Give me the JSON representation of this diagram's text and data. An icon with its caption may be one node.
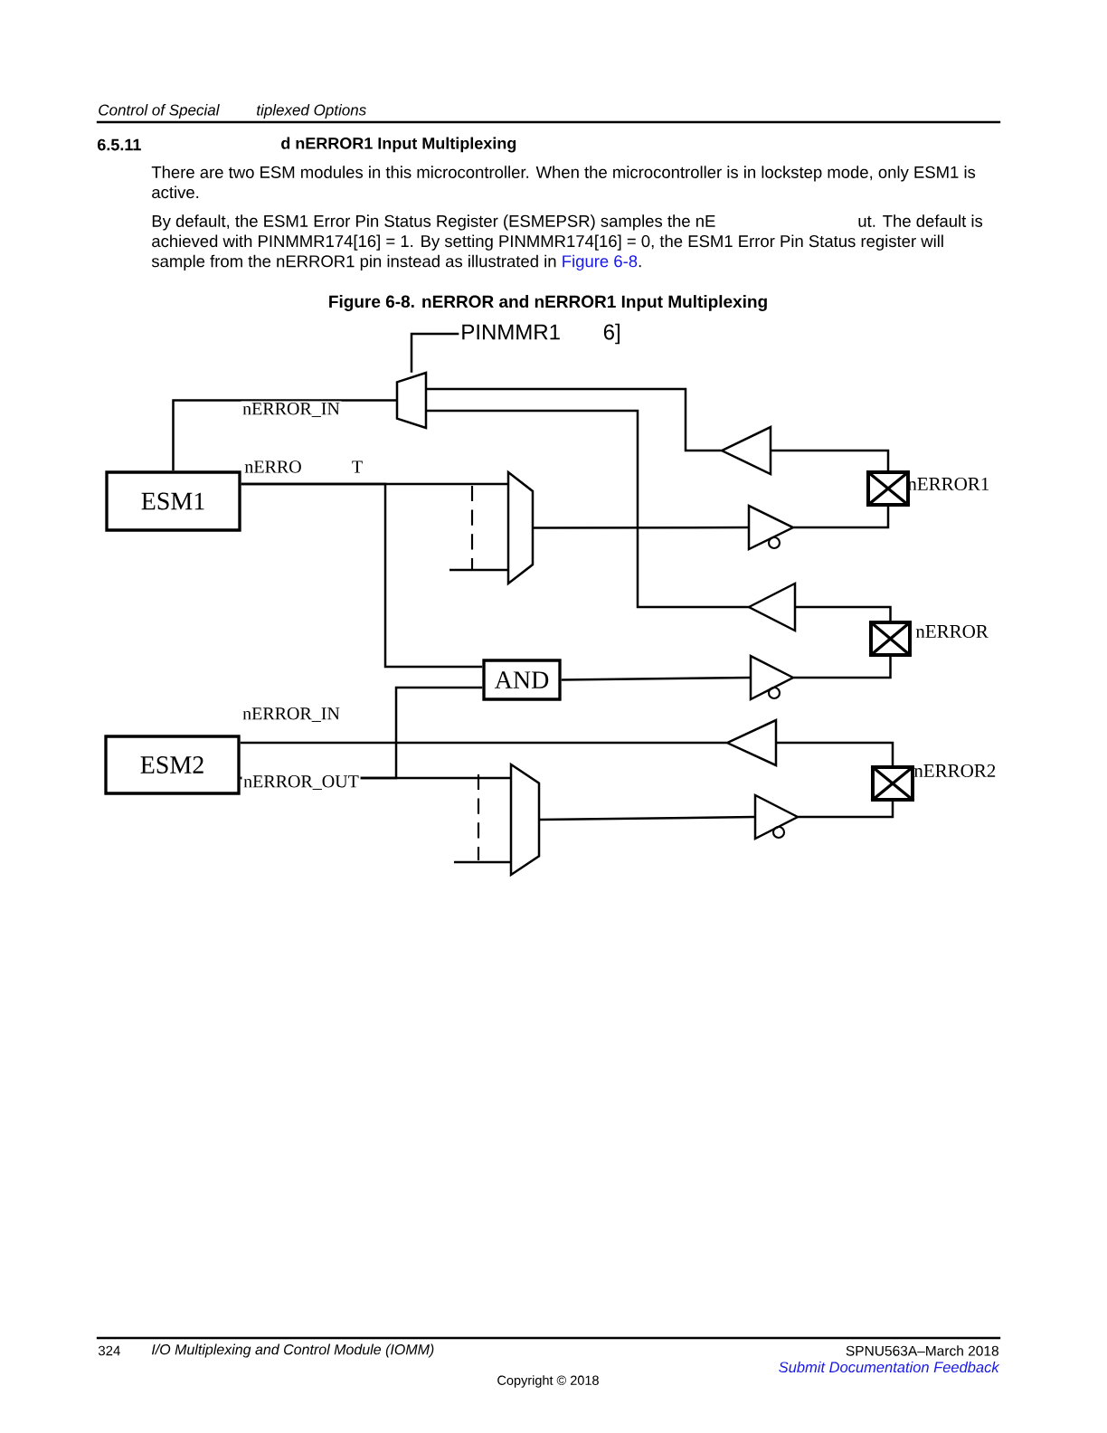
{
  "diagram": {
    "title": "Figure 6-8. nERROR and nERROR1 Input Multiplexing",
    "nodes": [
      {
        "text": [
          "PINMMR1",
          "6]"
        ]
      },
      {
        "text": [],
        "shape": "trapezoid"
      },
      {
        "text": [],
        "shape": "triangle"
      },
      {
        "text": [
          "ESM1"
        ]
      },
      {
        "text": [],
        "shape": "box",
        "beside": [
          "nERROR1"
        ]
      },
      {
        "text": [],
        "shape": "trapezoid"
      },
      {
        "text": [],
        "shape": "triangle"
      },
      {
        "text": [],
        "shape": "triangle"
      },
      {
        "text": [],
        "shape": "box",
        "beside": [
          "nERROR"
        ]
      },
      {
        "text": [
          "AND"
        ]
      },
      {
        "text": [],
        "shape": "triangle"
      },
      {
        "text": [
          "ESM2"
        ]
      },
      {
        "text": [],
        "shape": "triangle"
      },
      {
        "text": [],
        "shape": "box",
        "beside": [
          "nERROR2"
        ]
      },
      {
        "text": [],
        "shape": "trapezoid"
      },
      {
        "text": [],
        "shape": "triangle"
      }
    ],
    "edges": [
      {
        "from": 0,
        "to": 1,
        "arrow": "none"
      },
      {
        "from": 1,
        "to": 3,
        "arrow": "none",
        "label": "nERROR_IN"
      },
      {
        "from": 2,
        "to": 1,
        "arrow": "none"
      },
      {
        "from": 4,
        "to": 2,
        "arrow": "none"
      },
      {
        "from": 3,
        "to": 5,
        "arrow": "none",
        "label": "nERRO"
      },
      {
        "from": 3,
        "to": 9,
        "arrow": "none"
      },
      {
        "from": 5,
        "to": 6,
        "arrow": "none"
      },
      {
        "from": 6,
        "to": 4,
        "arrow": "none"
      },
      {
        "from": 7,
        "to": 1,
        "arrow": "none"
      },
      {
        "from": 8,
        "to": 7,
        "arrow": "none"
      },
      {
        "from": 9,
        "to": 10,
        "arrow": "none"
      },
      {
        "from": 10,
        "to": 8,
        "arrow": "none"
      },
      {
        "from": 11,
        "to": 9,
        "arrow": "none"
      },
      {
        "from": 11,
        "to": 14,
        "arrow": "none",
        "label": "nERROR_OUT"
      },
      {
        "from": 12,
        "to": 11,
        "arrow": "none",
        "label": "nERROR_IN"
      },
      {
        "from": 13,
        "to": 12,
        "arrow": "none"
      },
      {
        "from": 14,
        "to": 15,
        "arrow": "none"
      },
      {
        "from": 15,
        "to": 13,
        "arrow": "none"
      },
      {
        "from": null,
        "to": 5,
        "arrow": "none"
      },
      {
        "from": null,
        "to": 14,
        "arrow": "none"
      }
    ],
    "labels": [
      "Control of Special",
      "tiplexed Options",
      "6.5.11",
      "d nERROR1 Input Multiplexing",
      "There are two ESM modules in this microcontroller. When the microcontroller is in lockstep mode, only ESM1 is active.",
      "By default, the ESM1 Error Pin Status Register (ESMEPSR) samples the nE",
      "ut. The default is achieved with PINMMR174[16] = 1. By setting PINMMR174[16] = 0, the ESM1 Error Pin Status register will sample from the nERROR1 pin instead as illustrated in",
      "Figure 6-8",
      ".",
      "T",
      "324",
      "I/O Multiplexing and Control Module (IOMM)",
      "SPNU563A–March 2018",
      "Submit Documentation Feedback",
      "Copyright © 2018"
    ]
  }
}
